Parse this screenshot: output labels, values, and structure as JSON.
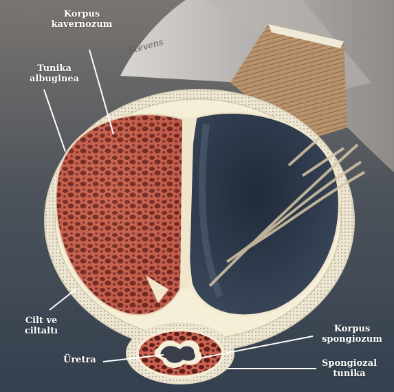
{
  "labels": {
    "korpus_kavernozum": [
      "Korpus",
      "kavernozum"
    ],
    "tunika_albuginea": [
      "Tunika",
      "albuginea"
    ],
    "cilt_ve_ciltalti": [
      "Cilt ve",
      "ciltaltı"
    ],
    "uretra": "Üretra",
    "korpus_spongiozum": [
      "Korpus",
      "spongiozum"
    ],
    "spongiozal_tunika": [
      "Spongiozal",
      "tunika"
    ]
  },
  "signature": "Stevens",
  "colors": {
    "background_top": "#6e6a66",
    "background_bottom": "#3a4350",
    "skin_layer": "#e9e3cf",
    "tunica_layer": "#f5efd8",
    "cavernous_tissue": "#c9624f",
    "sinus_holes": "#5e1e1a",
    "cavity_dark": "#263142",
    "fibers": "#a98765",
    "label_text": "#ffffff",
    "leader_line": "#ffffff"
  }
}
